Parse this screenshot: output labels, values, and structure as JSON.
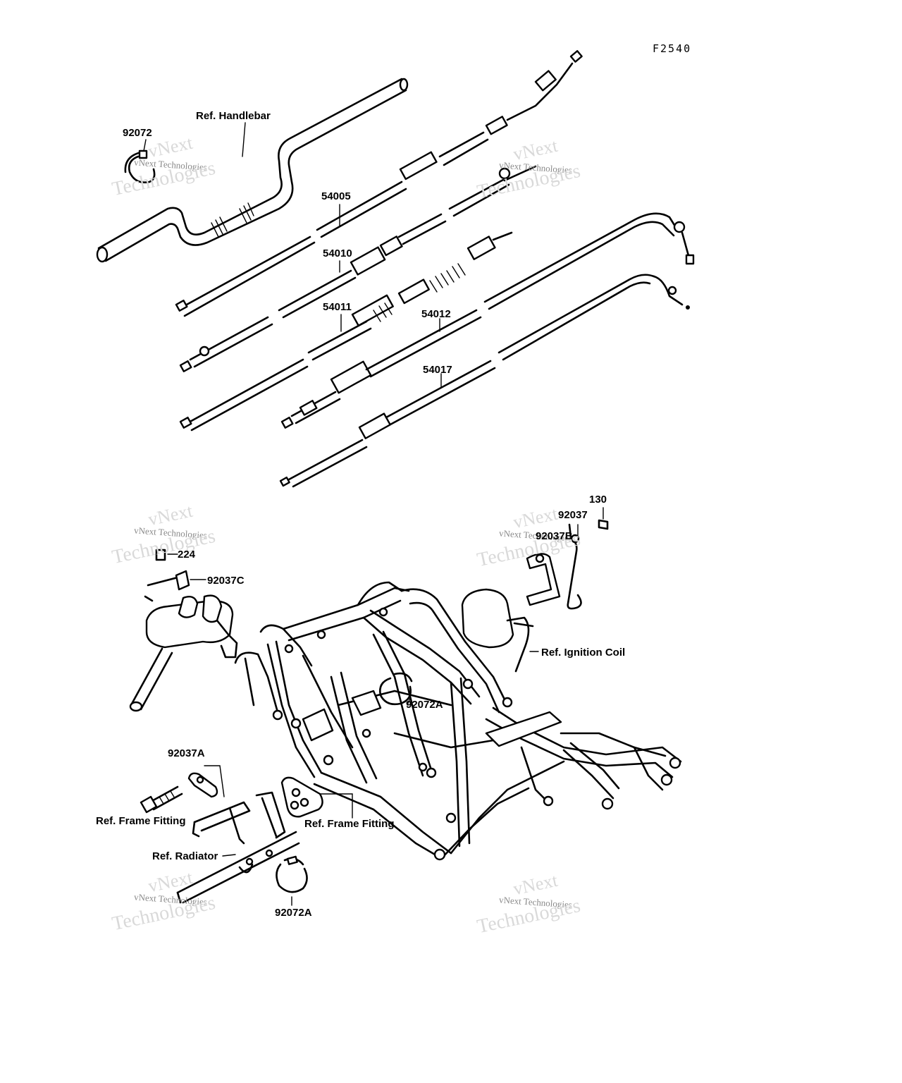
{
  "drawing_code": "F2540",
  "labels": {
    "ref_handlebar": "Ref. Handlebar",
    "p92072": "92072",
    "p54005": "54005",
    "p54010": "54010",
    "p54011": "54011",
    "p54012": "54012",
    "p54017": "54017",
    "p130": "130",
    "p92037": "92037",
    "p92037b": "92037B",
    "p224": "224",
    "p92037c": "92037C",
    "ref_ignition_coil": "Ref. Ignition Coil",
    "p92072a_frame": "92072A",
    "p92037a": "92037A",
    "ref_frame_fitting_left": "Ref. Frame Fitting",
    "ref_frame_fitting_right": "Ref. Frame Fitting",
    "ref_radiator": "Ref. Radiator",
    "p92072a_bottom": "92072A"
  },
  "watermark": {
    "line1": "vNext",
    "line2": "vNext Technologies",
    "line3": "Technologies"
  }
}
